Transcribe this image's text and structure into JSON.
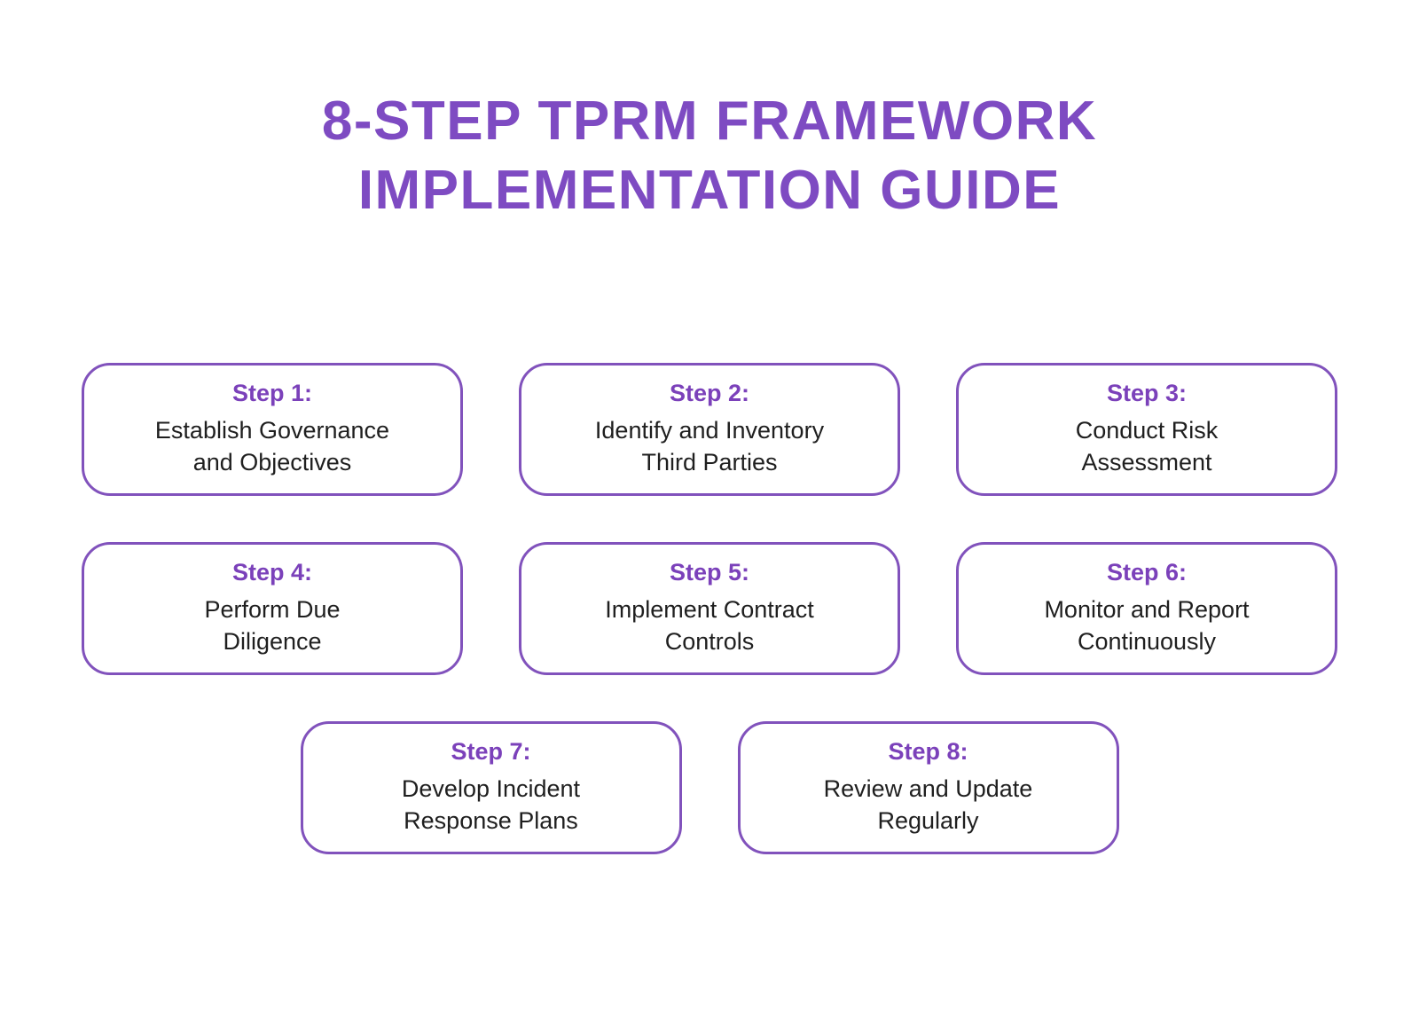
{
  "page": {
    "background_color": "#ffffff",
    "title_color": "#7e4bc2",
    "accent_color": "#7b41ba",
    "border_color": "#8152bc",
    "body_text_color": "#1f1f1f",
    "title_line1": "8-STEP TPRM FRAMEWORK",
    "title_line2": "IMPLEMENTATION GUIDE"
  },
  "steps": [
    {
      "label": "Step 1:",
      "desc_line1": "Establish Governance",
      "desc_line2": "and Objectives"
    },
    {
      "label": "Step 2:",
      "desc_line1": "Identify and Inventory",
      "desc_line2": "Third Parties"
    },
    {
      "label": "Step 3:",
      "desc_line1": "Conduct Risk",
      "desc_line2": "Assessment"
    },
    {
      "label": "Step 4:",
      "desc_line1": "Perform Due",
      "desc_line2": "Diligence"
    },
    {
      "label": "Step 5:",
      "desc_line1": "Implement Contract",
      "desc_line2": "Controls"
    },
    {
      "label": "Step 6:",
      "desc_line1": "Monitor and Report",
      "desc_line2": "Continuously"
    },
    {
      "label": "Step 7:",
      "desc_line1": "Develop Incident",
      "desc_line2": "Response Plans"
    },
    {
      "label": "Step 8:",
      "desc_line1": "Review and Update",
      "desc_line2": "Regularly"
    }
  ]
}
